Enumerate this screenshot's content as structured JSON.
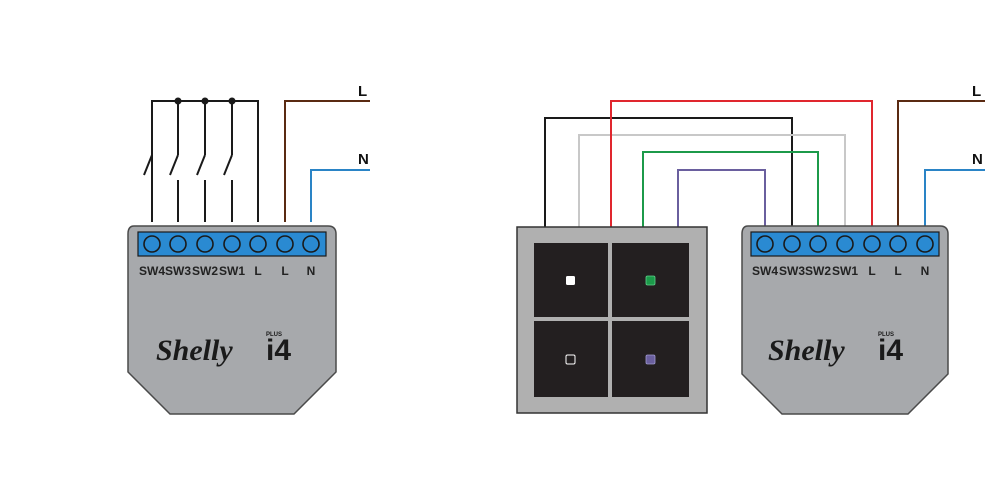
{
  "colors": {
    "wire_black": "#1a1a1a",
    "wire_brown": "#5a2a12",
    "wire_blue": "#2a84c6",
    "wire_red": "#e0262e",
    "wire_grey": "#c8c8c8",
    "wire_green": "#1c9a4a",
    "wire_purple": "#6a5f9e",
    "device_body": "#a7a9ac",
    "terminal_strip": "#2a8ad2",
    "switch_frame": "#b0b0b0",
    "switch_button": "#231f20"
  },
  "left_device": {
    "brand": "Shelly",
    "plus": "PLUS",
    "model": "i4",
    "terminals": [
      "SW4",
      "SW3",
      "SW2",
      "SW1",
      "L",
      "L",
      "N"
    ]
  },
  "right_device": {
    "brand": "Shelly",
    "plus": "PLUS",
    "model": "i4",
    "terminals": [
      "SW4",
      "SW3",
      "SW2",
      "SW1",
      "L",
      "L",
      "N"
    ]
  },
  "rails": {
    "left_L": "L",
    "left_N": "N",
    "right_L": "L",
    "right_N": "N"
  },
  "wall_switch": {
    "button_indicators": [
      "white",
      "green",
      "outline",
      "purple"
    ]
  }
}
